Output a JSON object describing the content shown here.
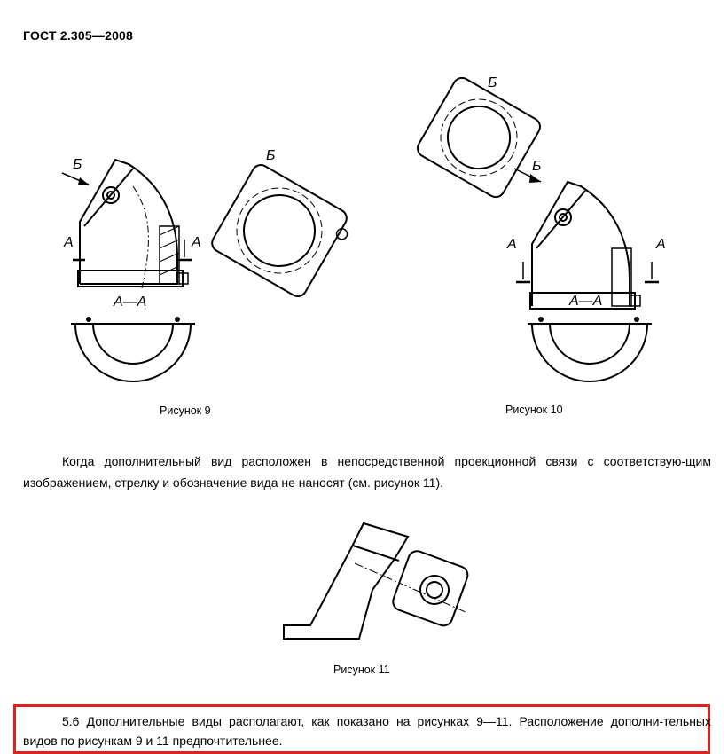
{
  "header": {
    "title": "ГОСТ 2.305—2008"
  },
  "figures": [
    {
      "caption": "Рисунок 9",
      "section_label": "А—А",
      "view_label": "Б",
      "arrow_label": "Б",
      "cut_label_left": "А",
      "cut_label_right": "А"
    },
    {
      "caption": "Рисунок 10",
      "section_label": "А—А",
      "view_label": "Б",
      "arrow_label": "Б",
      "cut_label_left": "А",
      "cut_label_right": "А"
    },
    {
      "caption": "Рисунок 11"
    }
  ],
  "paragraphs": {
    "p1": "Когда дополнительный вид расположен в непосредственной проекционной связи с соответствую-щим изображением, стрелку и обозначение вида не наносят (см. рисунок 11).",
    "p2": "5.6  Дополнительные виды располагают, как показано на рисунках 9—11. Расположение дополни-тельных видов по рисункам 9 и 11 предпочтительнее."
  },
  "highlight_color": "#e0201b"
}
